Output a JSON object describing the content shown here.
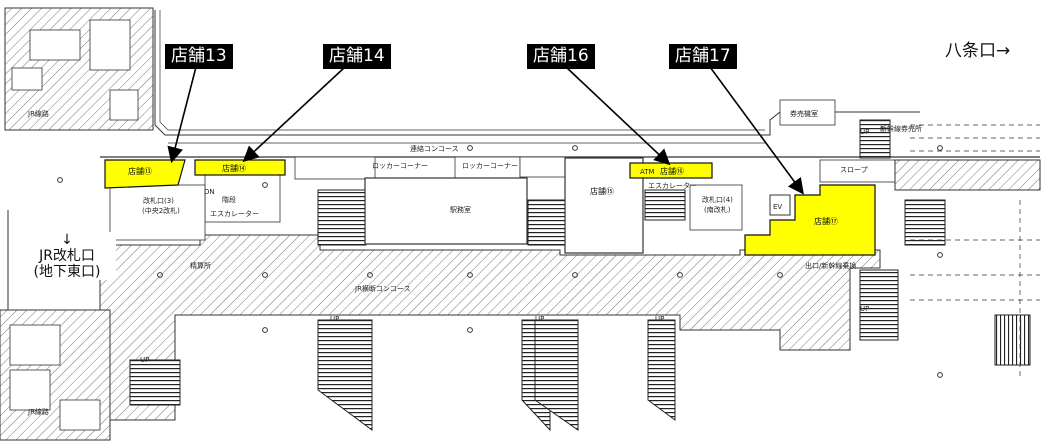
{
  "callouts": {
    "shop13": "店舗13",
    "shop14": "店舗14",
    "shop16": "店舗16",
    "shop17": "店舗17"
  },
  "exits": {
    "hachijo": "八条口→",
    "jr_gate_arrow": "↓",
    "jr_gate_line1": "JR改札口",
    "jr_gate_line2": "(地下東口)"
  },
  "shops": {
    "s13": "店舗⑬",
    "s14": "店舗⑭",
    "s15": "店舗⑮",
    "s16": "店舗⑯",
    "s17": "店舗⑰"
  },
  "labels": {
    "renraku": "連絡コンコース",
    "locker1": "ロッカーコーナー",
    "locker2": "ロッカーコーナー",
    "ekimushitsu": "駅務室",
    "kaisatsu3": "改札口(3)",
    "kaisatsu3_sub": "(中央2改札)",
    "kaisatsu4": "改札口(4)",
    "kaisatsu4_sub": "(南改札)",
    "kaidan": "階段",
    "escalator_left": "エスカレーター",
    "escalator_right": "エスカレーター",
    "seisan": "精算所",
    "jr_yoko": "JR横断コンコース",
    "slope": "スロープ",
    "kippu": "券売機室",
    "kippu2": "新幹線券売所",
    "shinkansen_exit": "出口/新幹線乗換",
    "jr_top": "JR線路",
    "jr_bottom": "JR線路",
    "atm": "ATM",
    "ev": "EV",
    "dn": "DN",
    "up1": "UP",
    "up2": "UP",
    "up3": "UP",
    "up4": "UP",
    "up5": "UP",
    "up6": "UP"
  },
  "colors": {
    "shop_fill": "#ffff00",
    "callout_bg": "#000000",
    "hatch": "#555555"
  }
}
